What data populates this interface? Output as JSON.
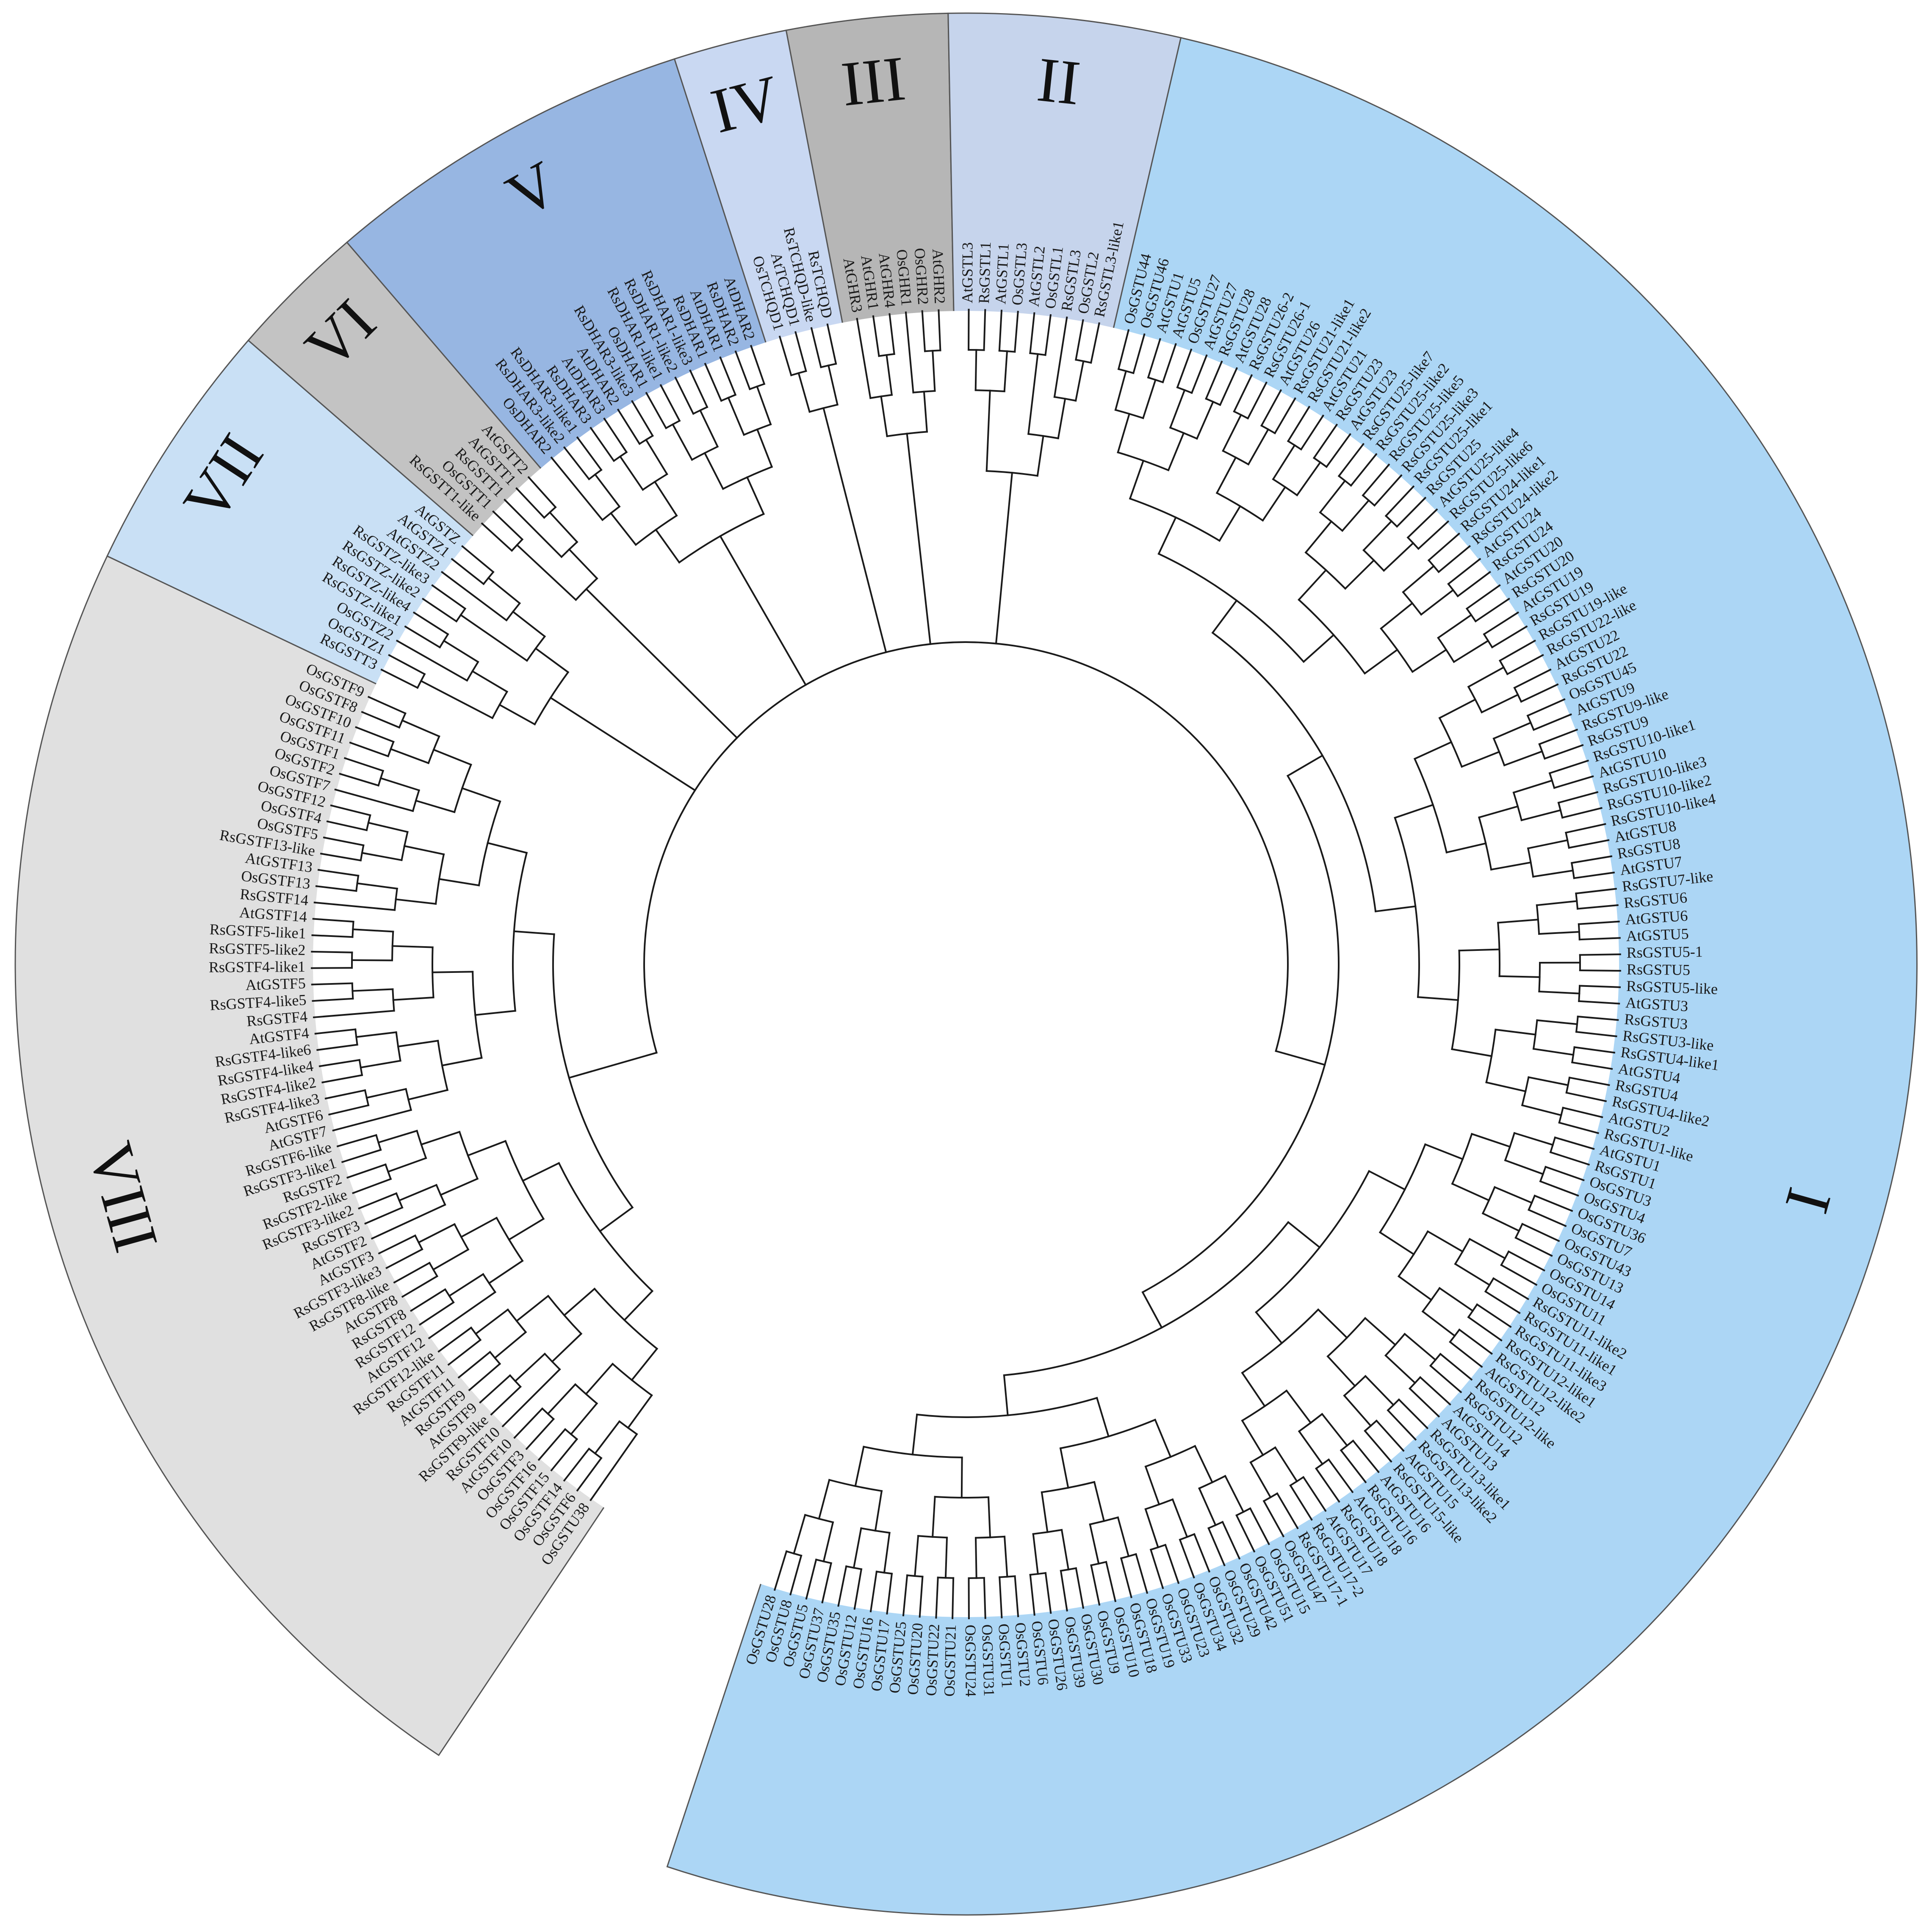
{
  "figure": {
    "colors": {
      "background": "#ffffff",
      "branch": "#1a1a1a",
      "label": "#1a1a1a",
      "clade_I": "#acd6f5",
      "clade_II": "#c6d4ec",
      "clade_III": "#b6b6b6",
      "clade_IV": "#c9d8f2",
      "clade_V": "#97b6e2",
      "clade_VI": "#c3c3c3",
      "clade_VII": "#c9e0f5",
      "clade_VIII": "#e0e0e0"
    },
    "clades": [
      {
        "id": "clade-viii",
        "label": "VIII",
        "color_key": "clade_VIII",
        "leaves": [
          "OsGSTU38",
          "OsGSTF6",
          "OsGSTF14",
          "OsGSTF15",
          "OsGSTF16",
          "OsGSTF3",
          "AtGSTF10",
          "RsGSTF10",
          "RsGSTF9-like",
          "AtGSTF9",
          "RsGSTF9",
          "AtGSTF11",
          "RsGSTF11",
          "RsGSTF12-like",
          "AtGSTF12",
          "RsGSTF12",
          "RsGSTF8",
          "AtGSTF8",
          "RsGSTF8-like",
          "RsGSTF3-like3",
          "AtGSTF3",
          "AtGSTF2",
          "RsGSTF3",
          "RsGSTF3-like2",
          "RsGSTF2-like",
          "RsGSTF2",
          "RsGSTF3-like1",
          "RsGSTF6-like",
          "AtGSTF7",
          "AtGSTF6",
          "RsGSTF4-like3",
          "RsGSTF4-like2",
          "RsGSTF4-like4",
          "RsGSTF4-like6",
          "AtGSTF4",
          "RsGSTF4",
          "RsGSTF4-like5",
          "AtGSTF5",
          "RsGSTF4-like1",
          "RsGSTF5-like2",
          "RsGSTF5-like1",
          "AtGSTF14",
          "RsGSTF14",
          "OsGSTF13",
          "AtGSTF13",
          "RsGSTF13-like",
          "OsGSTF5",
          "OsGSTF4",
          "OsGSTF12",
          "OsGSTF7",
          "OsGSTF2",
          "OsGSTF1",
          "OsGSTF11",
          "OsGSTF10",
          "OsGSTF8",
          "OsGSTF9"
        ]
      },
      {
        "id": "clade-vii",
        "label": "VII",
        "color_key": "clade_VII",
        "leaves": [
          "RsGSTT3",
          "OsGSTZ1",
          "OsGSTZ2",
          "RsGSTZ-like1",
          "RsGSTZ-like4",
          "RsGSTZ-like2",
          "RsGSTZ-like3",
          "AtGSTZ2",
          "AtGSTZ1",
          "AtGSTZ"
        ]
      },
      {
        "id": "clade-vi",
        "label": "VI",
        "color_key": "clade_VI",
        "leaves": [
          "RsGSTT1-like",
          "OsGSTT1",
          "RsGSTT1",
          "AtGSTT1",
          "AtGSTT2"
        ]
      },
      {
        "id": "clade-v",
        "label": "V",
        "color_key": "clade_V",
        "leaves": [
          "OsDHAR2",
          "RsDHAR3-like2",
          "RsDHAR3-like1",
          "RsDHAR3",
          "AtDHAR3",
          "AtDHAR2",
          "RsDHAR3-like3",
          "OsDHAR1",
          "RsDHAR1-like1",
          "RsDHAR1-like2",
          "RsDHAR1-like3",
          "RsDHAR1",
          "AtDHAR1",
          "RsDHAR2",
          "AtDHAR2"
        ]
      },
      {
        "id": "clade-iv",
        "label": "IV",
        "color_key": "clade_IV",
        "leaves": [
          "OsTCHQD1",
          "AtTCHQD1",
          "RsTCHQD-like",
          "RsTCHQD"
        ]
      },
      {
        "id": "clade-iii",
        "label": "III",
        "color_key": "clade_III",
        "leaves": [
          "AtGHR3",
          "AtGHR1",
          "AtGHR4",
          "OsGHR1",
          "OsGHR2",
          "AtGHR2"
        ]
      },
      {
        "id": "clade-ii",
        "label": "II",
        "color_key": "clade_II",
        "leaves": [
          "AtGSTL3",
          "RsGSTL1",
          "AtGSTL1",
          "OsGSTL3",
          "AtGSTL2",
          "OsGSTL1",
          "RsGSTL3",
          "OsGSTL2",
          "RsGSTL3-like1"
        ]
      },
      {
        "id": "clade-i",
        "label": "I",
        "color_key": "clade_I",
        "leaves": [
          "OsGSTU44",
          "OsGSTU46",
          "AtGSTU1",
          "AtGSTU5",
          "OsGSTU27",
          "AtGSTU27",
          "RsGSTU28",
          "AtGSTU28",
          "RsGSTU26-2",
          "RsGSTU26-1",
          "AtGSTU26",
          "RsGSTU21-like1",
          "RsGSTU21-like2",
          "AtGSTU21",
          "RsGSTU23",
          "AtGSTU23",
          "RsGSTU25-like7",
          "RsGSTU25-like2",
          "RsGSTU25-like5",
          "RsGSTU25-like3",
          "RsGSTU25-like1",
          "RsGSTU25",
          "AtGSTU25-like4",
          "RsGSTU25-like6",
          "RsGSTU24-like1",
          "RsGSTU24-like2",
          "AtGSTU24",
          "RsGSTU24",
          "AtGSTU20",
          "RsGSTU20",
          "AtGSTU19",
          "RsGSTU19",
          "RsGSTU19-like",
          "RsGSTU22-like",
          "AtGSTU22",
          "RsGSTU22",
          "OsGSTU45",
          "AtGSTU9",
          "RsGSTU9-like",
          "RsGSTU9",
          "RsGSTU10-like1",
          "AtGSTU10",
          "RsGSTU10-like3",
          "RsGSTU10-like2",
          "RsGSTU10-like4",
          "AtGSTU8",
          "RsGSTU8",
          "AtGSTU7",
          "RsGSTU7-like",
          "RsGSTU6",
          "AtGSTU6",
          "AtGSTU5",
          "RsGSTU5-1",
          "RsGSTU5",
          "RsGSTU5-like",
          "AtGSTU3",
          "RsGSTU3",
          "RsGSTU3-like",
          "RsGSTU4-like1",
          "AtGSTU4",
          "RsGSTU4",
          "RsGSTU4-like2",
          "AtGSTU2",
          "RsGSTU1-like",
          "AtGSTU1",
          "RsGSTU1",
          "OsGSTU3",
          "OsGSTU4",
          "OsGSTU36",
          "OsGSTU7",
          "OsGSTU43",
          "OsGSTU13",
          "OsGSTU14",
          "OsGSTU11",
          "RsGSTU11-like2",
          "RsGSTU11-like1",
          "RsGSTU11-like3",
          "RsGSTU12-like1",
          "RsGSTU12-like2",
          "AtGSTU12",
          "RsGSTU12-like",
          "RsGSTU12",
          "AtGSTU14",
          "AtGSTU13",
          "RsGSTU13-like1",
          "RsGSTU13-like2",
          "AtGSTU15",
          "RsGSTU15-like",
          "AtGSTU16",
          "RsGSTU16",
          "AtGSTU18",
          "RsGSTU18",
          "AtGSTU17",
          "RsGSTU17-2",
          "RsGSTU17-1",
          "OsGSTU47",
          "OsGSTU15",
          "OsGSTU51",
          "OsGSTU42",
          "OsGSTU29",
          "OsGSTU32",
          "OsGSTU34",
          "OsGSTU23",
          "OsGSTU33",
          "OsGSTU19",
          "OsGSTU18",
          "OsGSTU10",
          "OsGSTU9",
          "OsGSTU30",
          "OsGSTU39",
          "OsGSTU26",
          "OsGSTU6",
          "OsGSTU2",
          "OsGSTU1",
          "OsGSTU31",
          "OsGSTU24",
          "OsGSTU21",
          "OsGSTU22",
          "OsGSTU20",
          "OsGSTU25",
          "OsGSTU17",
          "OsGSTU16",
          "OsGSTU12",
          "OsGSTU35",
          "OsGSTU37",
          "OsGSTU5",
          "OsGSTU8",
          "OsGSTU28"
        ]
      }
    ]
  }
}
